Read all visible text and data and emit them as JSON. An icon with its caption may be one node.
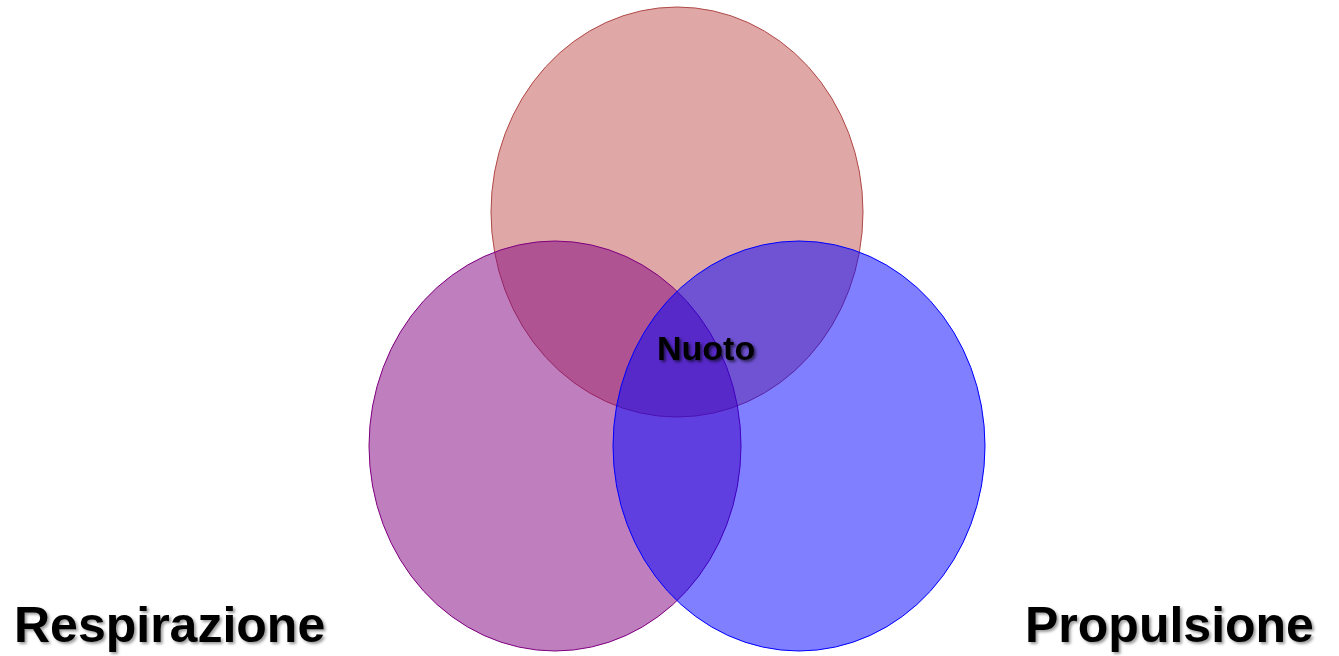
{
  "diagram": {
    "nodes": [
      {
        "text": [],
        "shape": "circle"
      },
      {
        "text": [],
        "shape": "circle"
      },
      {
        "text": [],
        "shape": "circle"
      }
    ],
    "labels": [
      "Nuoto",
      "Respirazione",
      "Propulsione"
    ]
  }
}
